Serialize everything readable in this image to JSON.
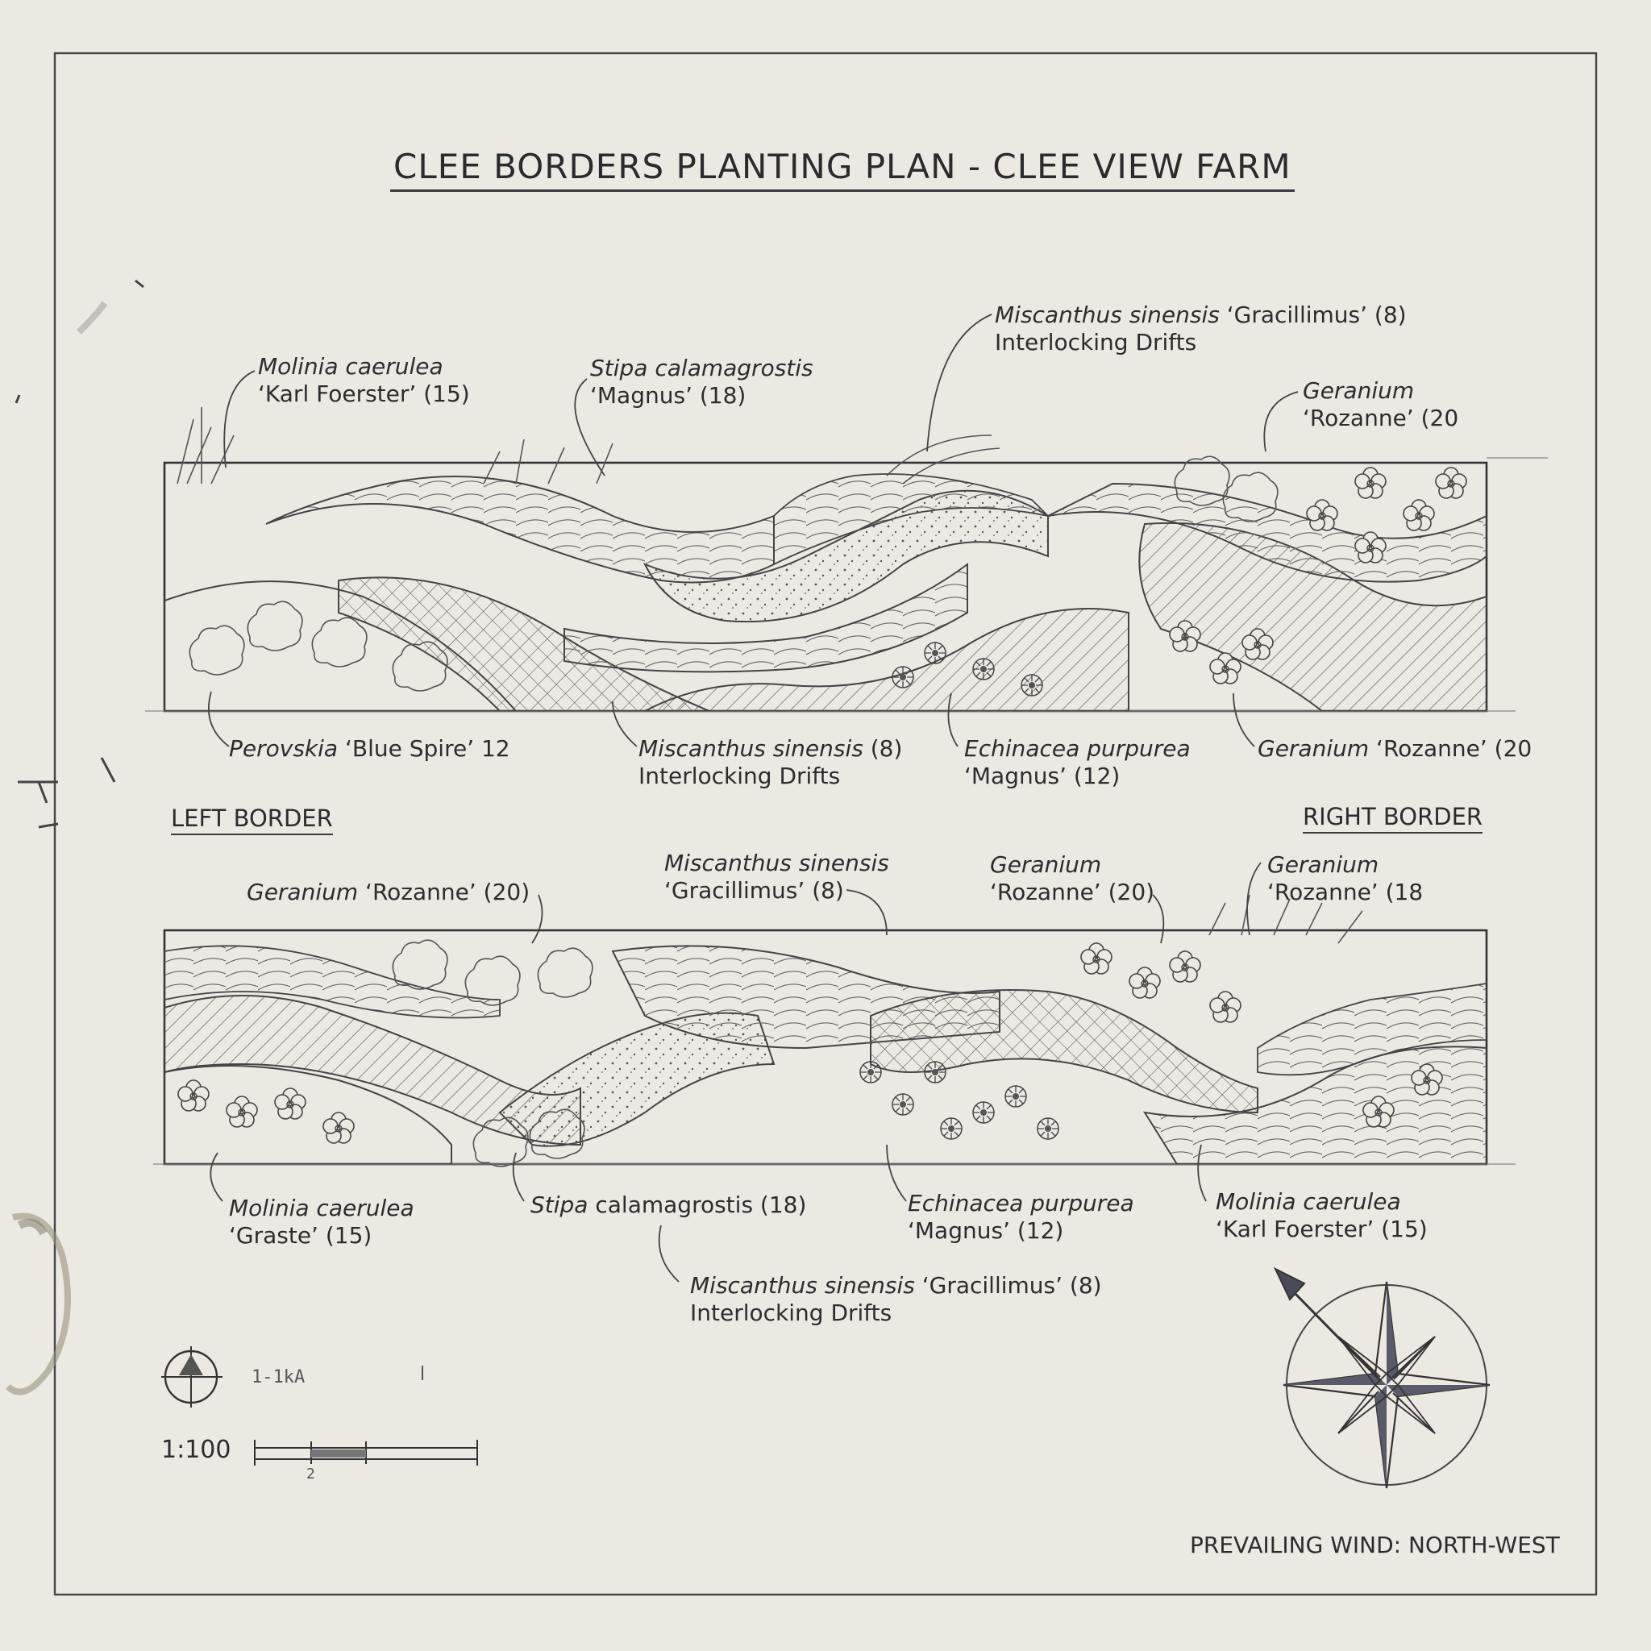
{
  "title": "CLEE BORDERS PLANTING PLAN - CLEE VIEW FARM",
  "sections": {
    "left": "LEFT BORDER",
    "right": "RIGHT BORDER"
  },
  "top_labels": {
    "molinia_kf": {
      "line1": "Molinia caerulea",
      "line2": "‘Karl Foerster’ (15)"
    },
    "stipa": {
      "line1": "Stipa calamagrostis",
      "line2": "‘Magnus’ (18)"
    },
    "miscanthus_grac": {
      "italic": "Miscanthus sinensis",
      "rest": " ‘Gracillimus’ (8)",
      "line2": "Interlocking Drifts"
    },
    "geranium": {
      "line1": "Geranium",
      "line2": "‘Rozanne’ (20"
    },
    "perovskia": {
      "italic": "Perovskia",
      "rest": " ‘Blue Spire’ 12"
    },
    "miscanthus": {
      "italic": "Miscanthus sinensis",
      "rest": " (8)",
      "line2": "Interlocking Drifts"
    },
    "echinacea": {
      "line1": "Echinacea purpurea",
      "line2": "‘Magnus’ (12)"
    },
    "geranium_b": {
      "italic": "Geranium",
      "rest": " ‘Rozanne’ (20"
    }
  },
  "bottom_labels": {
    "geranium_left": {
      "italic": "Geranium",
      "rest": " ‘Rozanne’ (20)"
    },
    "miscanthus_grac": {
      "line1": "Miscanthus sinensis",
      "line2": "‘Gracillimus’ (8)"
    },
    "geranium_mid": {
      "line1": "Geranium",
      "line2": "‘Rozanne’ (20)"
    },
    "geranium_right": {
      "line1": "Geranium",
      "line2": "‘Rozanne’ (18"
    },
    "molinia_graste": {
      "line1": "Molinia caerulea",
      "line2": "‘Graste’ (15)"
    },
    "stipa": {
      "italic": "Stipa",
      "rest": " calamagrostis (18)"
    },
    "echinacea": {
      "line1": "Echinacea purpurea",
      "line2": "‘Magnus’ (12)"
    },
    "molinia_kf": {
      "line1": "Molinia caerulea",
      "line2": "‘Karl Foerster’ (15)"
    },
    "miscanthus_grac2": {
      "italic": "Miscanthus sinensis",
      "rest": " ‘Gracillimus’ (8)",
      "line2": "Interlocking Drifts"
    }
  },
  "scale": {
    "ratio": "1:100",
    "note": "1-1kA",
    "mark": "2"
  },
  "wind": "PREVAILING WIND: NORTH-WEST",
  "colors": {
    "paper": "#ebe9e2",
    "ink": "#2b2b2b",
    "pencil": "#6b6b6b"
  }
}
